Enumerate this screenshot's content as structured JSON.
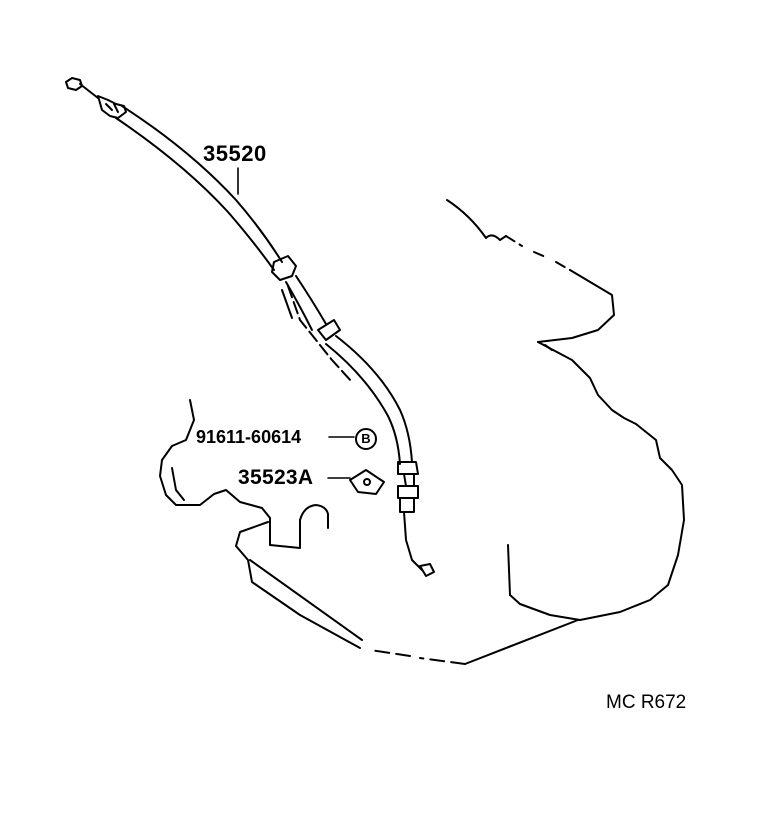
{
  "callouts": {
    "cable_part_no": "35520",
    "bolt_part_no": "91611-60614",
    "bolt_ref_letter": "B",
    "clamp_part_no": "35523A"
  },
  "figure_code": "MC R672",
  "colors": {
    "ink": "#000000",
    "paper": "#ffffff"
  }
}
